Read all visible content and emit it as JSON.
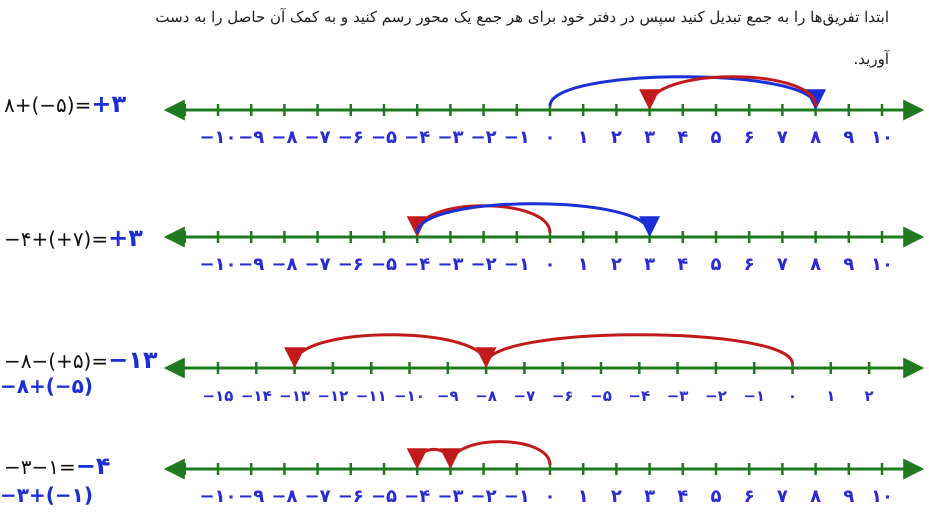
{
  "instructions": {
    "line1": "ابتدا تفریق‌ها را به جمع تبدیل کنید سپس در دفتر خود برای هر جمع یک محور رسم کنید و به کمک آن حاصل را به دست",
    "line2": "آورید."
  },
  "problems": [
    {
      "expression": "۸+(−۵)=",
      "result": "+۳",
      "ticks": [
        "−۱۰",
        "−۹",
        "−۸",
        "−۷",
        "−۶",
        "−۵",
        "−۴",
        "−۳",
        "−۲",
        "−۱",
        "۰",
        "۱",
        "۲",
        "۳",
        "۴",
        "۵",
        "۶",
        "۷",
        "۸",
        "۹",
        "۱۰"
      ],
      "jumps": [
        {
          "from": 0,
          "to": 8,
          "color": "#1a2fd6",
          "side": "above"
        },
        {
          "from": 8,
          "to": 3,
          "color": "#c21a1a",
          "side": "above"
        }
      ]
    },
    {
      "expression": "−۴+(+۷)=",
      "result": "+۳",
      "ticks": [
        "−۱۰",
        "−۹",
        "−۸",
        "−۷",
        "−۶",
        "−۵",
        "−۴",
        "−۳",
        "−۲",
        "−۱",
        "۰",
        "۱",
        "۲",
        "۳",
        "۴",
        "۵",
        "۶",
        "۷",
        "۸",
        "۹",
        "۱۰"
      ],
      "jumps": [
        {
          "from": 0,
          "to": -4,
          "color": "#c21a1a",
          "side": "above"
        },
        {
          "from": -4,
          "to": 3,
          "color": "#1a2fd6",
          "side": "above"
        }
      ]
    },
    {
      "expression": "−۸−(+۵)=",
      "result": "−۱۳",
      "converted": "−۸+(−۵)",
      "ticks": [
        "−۱۵",
        "−۱۴",
        "−۱۳",
        "−۱۲",
        "−۱۱",
        "−۱۰",
        "−۹",
        "−۸",
        "−۷",
        "−۶",
        "−۵",
        "−۴",
        "−۳",
        "−۲",
        "−۱",
        "۰",
        "۱",
        "۲"
      ],
      "jumps": [
        {
          "from": 0,
          "to": -8,
          "color": "#c21a1a",
          "side": "above"
        },
        {
          "from": -8,
          "to": -13,
          "color": "#c21a1a",
          "side": "above"
        }
      ]
    },
    {
      "expression": "−۳−۱=",
      "result": "−۴",
      "converted": "−۳+(−۱)",
      "ticks": [
        "−۱۰",
        "−۹",
        "−۸",
        "−۷",
        "−۶",
        "−۵",
        "−۴",
        "−۳",
        "−۲",
        "−۱",
        "۰",
        "۱",
        "۲",
        "۳",
        "۴",
        "۵",
        "۶",
        "۷",
        "۸",
        "۹",
        "۱۰"
      ],
      "jumps": [
        {
          "from": 0,
          "to": -3,
          "color": "#c21a1a",
          "side": "above"
        },
        {
          "from": -3,
          "to": -4,
          "color": "#c21a1a",
          "side": "above"
        }
      ]
    }
  ],
  "colors": {
    "axis": "#1f7a1f",
    "tick_label": "#2b2bd6",
    "jump_blue": "#1a2fd6",
    "jump_red": "#c21a1a",
    "result": "#1a2fd6"
  }
}
